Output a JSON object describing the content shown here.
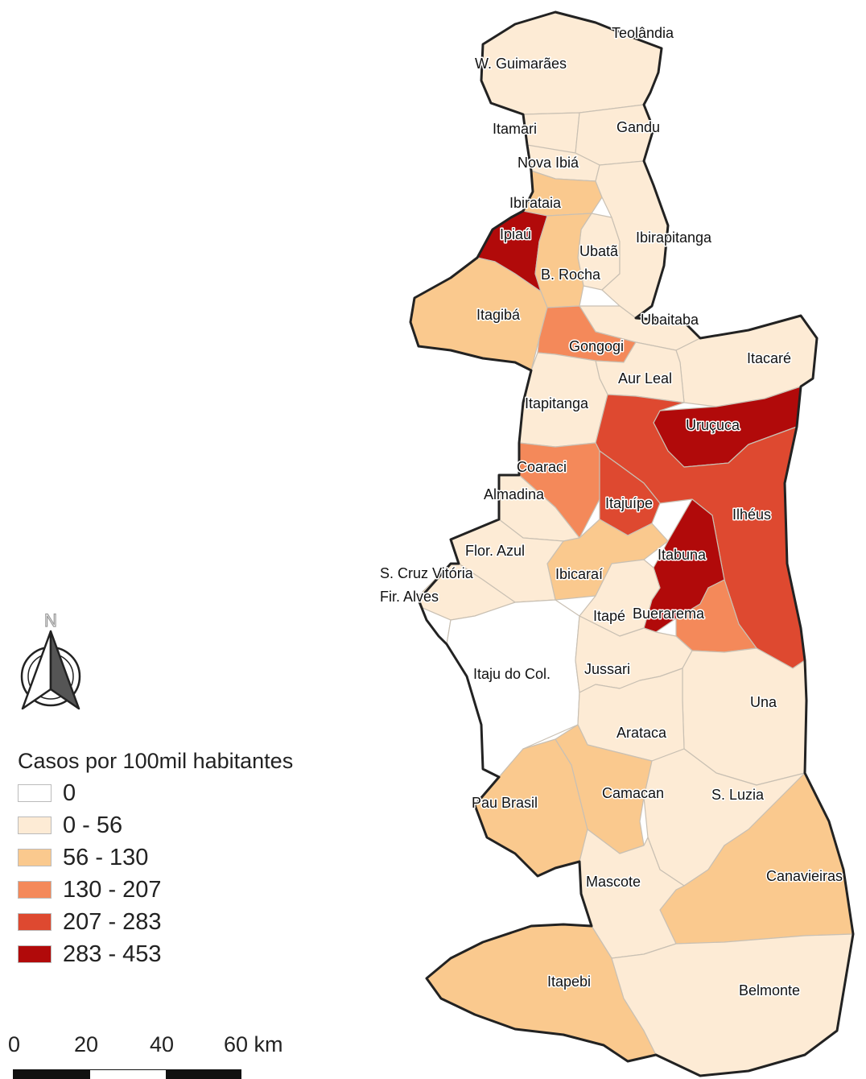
{
  "legend": {
    "title": "Casos por 100mil habitantes",
    "classes": [
      {
        "label": "0",
        "color": "#ffffff"
      },
      {
        "label": "0 - 56",
        "color": "#fdebd5"
      },
      {
        "label": "56 - 130",
        "color": "#fac98e"
      },
      {
        "label": "130 - 207",
        "color": "#f4895a"
      },
      {
        "label": "207 - 283",
        "color": "#de4930"
      },
      {
        "label": "283 - 453",
        "color": "#b10a0a"
      }
    ]
  },
  "scale_bar": {
    "ticks": [
      "0",
      "20",
      "40",
      "60 km"
    ]
  },
  "north_arrow": {
    "label": "N",
    "icon": "north-arrow-icon"
  },
  "municipalities": [
    {
      "name": "Teolândia",
      "class": 1
    },
    {
      "name": "W. Guimarães",
      "class": 1
    },
    {
      "name": "Itamari",
      "class": 1
    },
    {
      "name": "Gandu",
      "class": 1
    },
    {
      "name": "Nova Ibiá",
      "class": 1
    },
    {
      "name": "Ibirataia",
      "class": 2
    },
    {
      "name": "Ipiaú",
      "class": 5
    },
    {
      "name": "Ibirapitanga",
      "class": 1
    },
    {
      "name": "Ubatã",
      "class": 1
    },
    {
      "name": "B. Rocha",
      "class": 2
    },
    {
      "name": "Itagibá",
      "class": 2
    },
    {
      "name": "Ubaitaba",
      "class": 1
    },
    {
      "name": "Gongogi",
      "class": 3
    },
    {
      "name": "Itacaré",
      "class": 1
    },
    {
      "name": "Aur Leal",
      "class": 1
    },
    {
      "name": "Itapitanga",
      "class": 1
    },
    {
      "name": "Uruçuca",
      "class": 5
    },
    {
      "name": "Coaraci",
      "class": 3
    },
    {
      "name": "Almadina",
      "class": 1
    },
    {
      "name": "Itajuípe",
      "class": 4
    },
    {
      "name": "Ilhéus",
      "class": 4
    },
    {
      "name": "Flor. Azul",
      "class": 1
    },
    {
      "name": "Itabuna",
      "class": 5
    },
    {
      "name": "S. Cruz Vitória",
      "class": 1
    },
    {
      "name": "Ibicaraí",
      "class": 2
    },
    {
      "name": "Fir. Alves",
      "class": 0
    },
    {
      "name": "Itapé",
      "class": 1
    },
    {
      "name": "Buerarema",
      "class": 3
    },
    {
      "name": "Itaju do Col.",
      "class": 0
    },
    {
      "name": "Jussari",
      "class": 1
    },
    {
      "name": "Una",
      "class": 1
    },
    {
      "name": "Arataca",
      "class": 1
    },
    {
      "name": "Pau Brasil",
      "class": 2
    },
    {
      "name": "Camacan",
      "class": 2
    },
    {
      "name": "S. Luzia",
      "class": 1
    },
    {
      "name": "Mascote",
      "class": 1
    },
    {
      "name": "Canavieiras",
      "class": 2
    },
    {
      "name": "Itapebi",
      "class": 2
    },
    {
      "name": "Belmonte",
      "class": 1
    }
  ]
}
